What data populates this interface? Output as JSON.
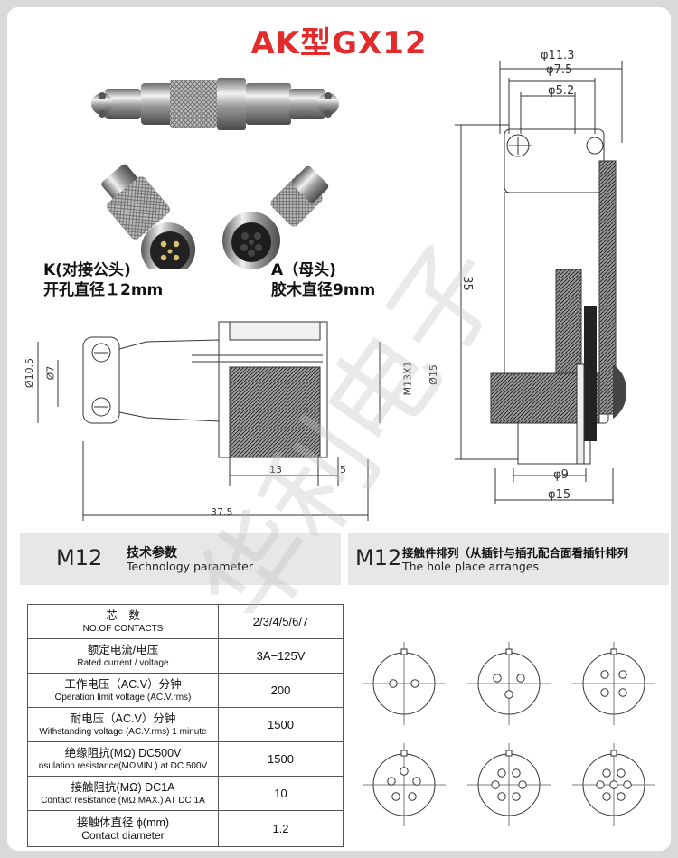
{
  "title": "AK型GX12",
  "photo_captions": {
    "k_line1": "K(对接公头)",
    "k_line2": "开孔直径１2mm",
    "a_line1": "A（母头)",
    "a_line2": "胶木直径9mm"
  },
  "drawing_labels": {
    "d113": "φ11.3",
    "d75": "φ7.5",
    "d52": "φ5.2",
    "h35": "35",
    "d9": "φ9",
    "d15": "φ15",
    "side_d105": "Ø10.5",
    "side_d7": "Ø7",
    "side_m13": "M13X1",
    "side_d15": "Ø15",
    "side_13": "13",
    "side_5": "5",
    "side_375": "37.5"
  },
  "watermark": "华利电子",
  "left_header": {
    "code": "M12",
    "cn": "技术参数",
    "en": "Technology parameter"
  },
  "right_header": {
    "code": "M12",
    "cn": "接触件排列（从插针与插孔配合面看插针排列",
    "en": "The hole place arranges"
  },
  "spec_rows": [
    {
      "cn": "芯　数",
      "en": "NO.OF CONTACTS",
      "value": "2/3/4/5/6/7"
    },
    {
      "cn": "额定电流/电压",
      "en": "Rated current / voltage",
      "value": "3A−125V"
    },
    {
      "cn": "工作电压（AC.V）分钟",
      "en": "Operation limit voltage (AC.V.rms)",
      "value": "200"
    },
    {
      "cn": "耐电压（AC.V）分钟",
      "en": "Withstanding voltage (AC.V.rms) 1 minute",
      "value": "1500"
    },
    {
      "cn": "绝缘阻抗(MΩ) DC500V",
      "en": "nsulation resistance(MΩMIN.) at DC 500V",
      "value": "1500"
    },
    {
      "cn": "接触阻抗(MΩ) DC1A",
      "en": "Contact resistance (MΩ MAX.) AT DC 1A",
      "value": "10"
    },
    {
      "cn": "接触体直径 ϕ(mm)",
      "en": "Contact diameter",
      "value": "1.2"
    }
  ],
  "pin_layouts": [
    2,
    3,
    4,
    5,
    6,
    7
  ]
}
